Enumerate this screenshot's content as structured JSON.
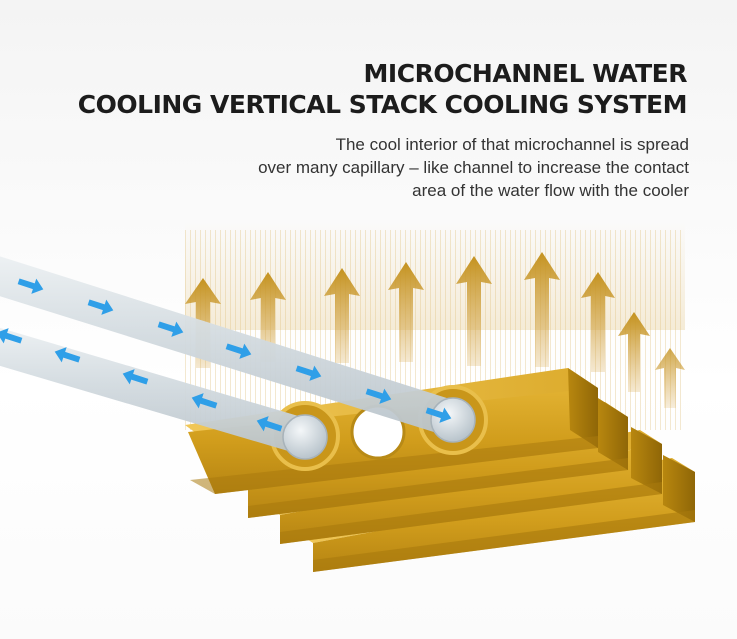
{
  "title": {
    "line1": "MICROCHANNEL WATER",
    "line2": "COOLING VERTICAL STACK COOLING SYSTEM"
  },
  "description": {
    "line1": "The cool interior of that microchannel is spread",
    "line2": "over many capillary – like channel to increase the contact",
    "line3": "area of the water flow with the cooler"
  },
  "colors": {
    "gold": "#d4a21f",
    "gold_dark": "#9c7210",
    "arrow_blue": "#2f9fe8",
    "tube": "#cdd6dc",
    "heat_arrow": "#c99a2e"
  },
  "icons": [
    "heat-arrow-icon",
    "flow-arrow-icon"
  ]
}
